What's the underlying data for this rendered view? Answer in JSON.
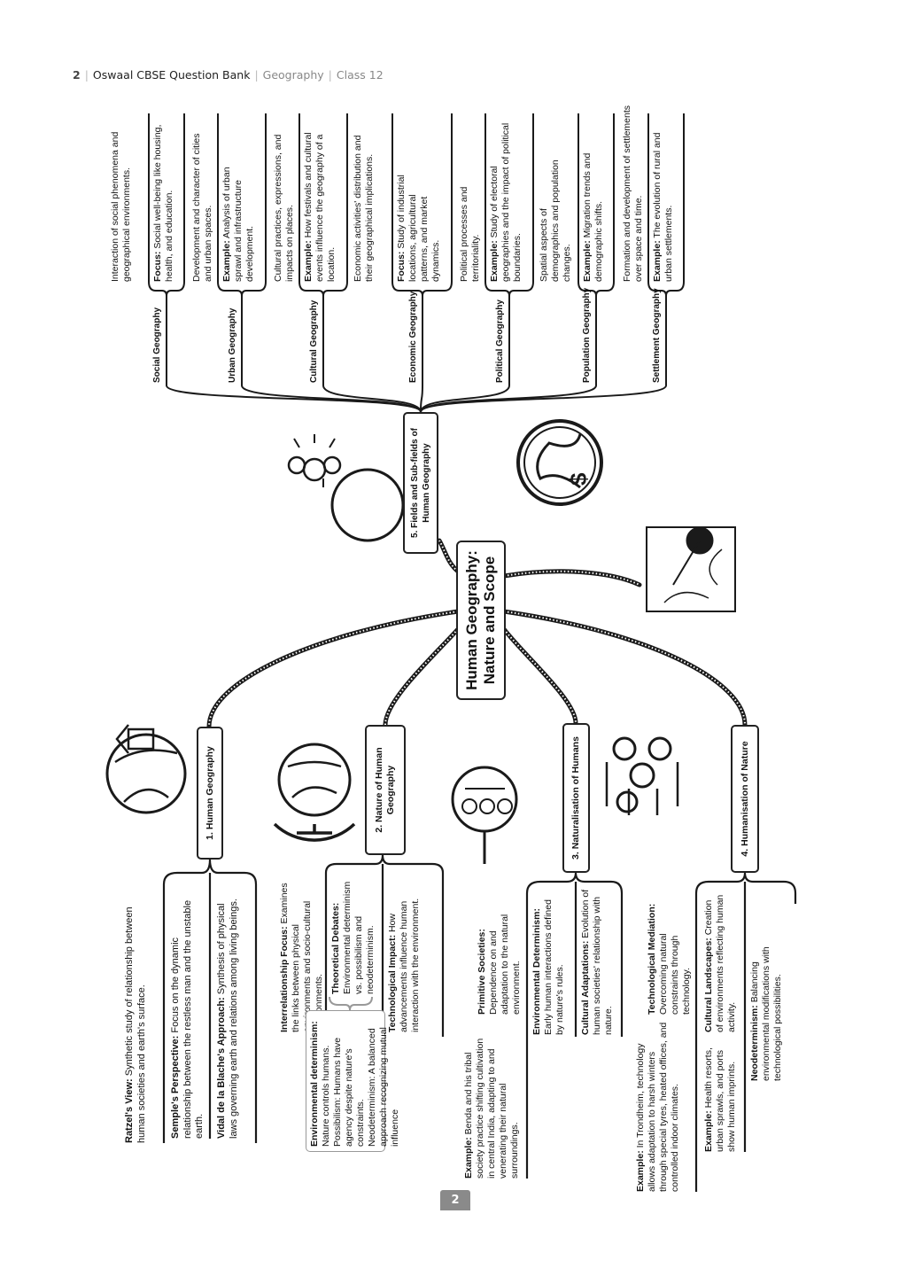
{
  "header": {
    "page": "2",
    "sep": "|",
    "book": "Oswaal CBSE Question Bank",
    "subject": "Geography",
    "class": "Class 12"
  },
  "center": {
    "title": "Human Geography: Nature and Scope"
  },
  "fields": {
    "label": "5. Fields and Sub-fields of Human Geography",
    "subfields": [
      {
        "name": "Social Geography",
        "items": [
          {
            "bold": "",
            "text": "Interaction of social phenomena and geographical environments."
          },
          {
            "bold": "Focus:",
            "text": " Social well-being like housing, health, and education."
          }
        ]
      },
      {
        "name": "Urban Geography",
        "items": [
          {
            "bold": "",
            "text": "Development and character of cities and urban spaces."
          },
          {
            "bold": "Example:",
            "text": " Analysis of urban sprawl and infrastructure development."
          }
        ]
      },
      {
        "name": "Cultural Geography",
        "items": [
          {
            "bold": "",
            "text": "Cultural practices, expressions, and impacts on places."
          },
          {
            "bold": "Example:",
            "text": " How festivals and cultural events influence the geography of a location."
          }
        ]
      },
      {
        "name": "Economic Geography",
        "items": [
          {
            "bold": "",
            "text": "Economic activities' distribution and their geographical implications."
          },
          {
            "bold": "Focus:",
            "text": " Study of industrial locations, agricultural patterns, and market dynamics."
          }
        ]
      },
      {
        "name": "Political Geography",
        "items": [
          {
            "bold": "",
            "text": "Political processes and territoriality."
          },
          {
            "bold": "Example:",
            "text": " Study of electoral geographies and the impact of political boundaries."
          }
        ]
      },
      {
        "name": "Population Geography",
        "items": [
          {
            "bold": "",
            "text": "Spatial aspects of demographics and population changes."
          },
          {
            "bold": "Example:",
            "text": " Migration trends and demographic shifts."
          }
        ]
      },
      {
        "name": "Settlement Geography",
        "items": [
          {
            "bold": "",
            "text": "Formation and development of settlements over space and time."
          },
          {
            "bold": "Example:",
            "text": " The evolution of rural and urban settlements."
          }
        ]
      }
    ]
  },
  "branches": [
    {
      "label": "1. Human Geography",
      "items": [
        {
          "bold": "Ratzel's View:",
          "text": " Synthetic study of relationship between human societies and earth's surface."
        },
        {
          "bold": "Semple's Perspective:",
          "text": " Focus on the dynamic relationship between the restless man and the unstable earth."
        },
        {
          "bold": "Vidal de la Blache's Approach:",
          "text": " Synthesis of physical laws governing earth and relations among living beings."
        }
      ]
    },
    {
      "label": "2. Nature of Human Geography",
      "items": [
        {
          "bold": "Interrelationship Focus:",
          "text": " Examines the links between physical environments and socio-cultural environments."
        },
        {
          "bold": "Theoretical Debates:",
          "text": " Environmental determinism vs. possibilism and neodeterminism."
        },
        {
          "bold": "Technological Impact:",
          "text": " How advancements influence human interaction with the environment."
        }
      ],
      "box": [
        {
          "bold": "Environmental determinism:",
          "text": " Nature controls humans."
        },
        {
          "bold": "",
          "text": "Possibilism: Humans have agency despite nature's constraints."
        },
        {
          "bold": "",
          "text": "Neodeterminism: A balanced approach recognizing mutual influence"
        }
      ]
    },
    {
      "label": "3. Naturalisation of Humans",
      "items": [
        {
          "bold": "Primitive Societies:",
          "text": " Dependence on and adaptation to the natural environment."
        },
        {
          "bold": "Example:",
          "text": " Benda and his tribal society practice shifting cultivation in central India, adapting to and venerating their natural surroundings."
        },
        {
          "bold": "Environmental Determinism:",
          "text": " Early human interactions defined by nature's rules."
        },
        {
          "bold": "Cultural Adaptations:",
          "text": " Evolution of human societies' relationship with nature."
        }
      ]
    },
    {
      "label": "4. Humanisation of Nature",
      "items": [
        {
          "bold": "Technological Mediation:",
          "text": " Overcoming natural constraints through technology."
        },
        {
          "bold": "Example:",
          "text": " In Trondheim, technology allows adaptation to harsh winters through special tyres, heated offices, and controlled indoor climates."
        },
        {
          "bold": "Cultural Landscapes:",
          "text": " Creation of environments reflecting human activity."
        },
        {
          "bold": "Example:",
          "text": " Health resorts, urban sprawls, and ports show human imprints."
        },
        {
          "bold": "Neodeterminism:",
          "text": " Balancing environmental modifications with technological possibilities."
        }
      ]
    }
  ],
  "footer": {
    "page_badge": "2"
  }
}
